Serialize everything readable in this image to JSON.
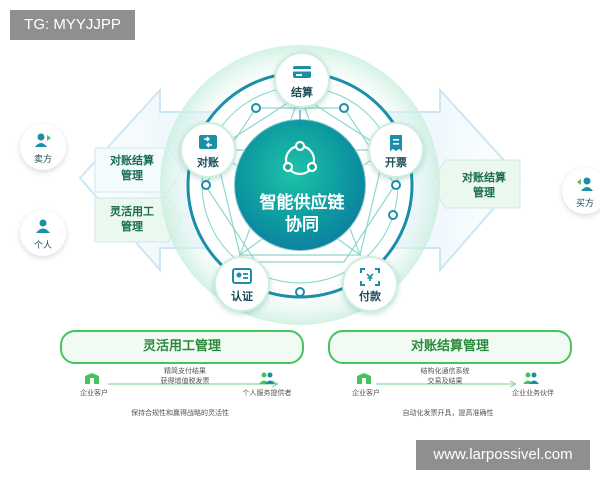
{
  "watermarks": {
    "top_left": "TG: MYYJJPP",
    "bottom_right": "www.larpossivel.com"
  },
  "hub": {
    "line1": "智能供应链",
    "line2": "协同"
  },
  "nodes": {
    "settlement": "结算",
    "reconcile": "对账",
    "invoice": "开票",
    "certify": "认证",
    "payment": "付款"
  },
  "left_party": {
    "seller": "卖方",
    "person": "个人"
  },
  "right_party": {
    "buyer": "买方"
  },
  "left_arrow": {
    "top_line1": "对账结算",
    "top_line2": "管理",
    "bottom_line1": "灵活用工",
    "bottom_line2": "管理"
  },
  "right_arrow": {
    "line1": "对账结算",
    "line2": "管理"
  },
  "panel_left": {
    "title": "灵活用工管理",
    "customer": "企业客户",
    "service_line1": "精简支付结果",
    "service_line2": "获得增值税发票",
    "provider": "个人服务提供者",
    "footer": "保持合规性和赢得战略的灵活性"
  },
  "panel_right": {
    "title": "对账结算管理",
    "customer": "企业客户",
    "service_line1": "结构化通信系统",
    "service_line2": "交易及结果",
    "partner": "企业业务伙伴",
    "footer": "自动化发票开具，提高准确性"
  },
  "colors": {
    "accent_green": "#46c35f",
    "hub_teal": "#14a796",
    "ring": "#1b8fa8"
  }
}
